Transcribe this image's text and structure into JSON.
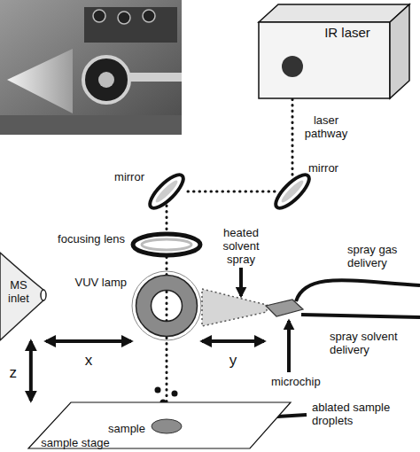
{
  "diagram": {
    "nodes": [
      {
        "text": [
          "IR laser"
        ]
      },
      {
        "text": [
          "mirror"
        ]
      },
      {
        "text": [
          "mirror"
        ]
      },
      {
        "text": [
          "focusing lens"
        ]
      },
      {
        "text": [
          "VUV lamp"
        ]
      },
      {
        "text": [
          "MS inlet"
        ]
      },
      {
        "text": [
          "microchip"
        ]
      },
      {
        "text": [
          "sample stage"
        ]
      },
      {
        "text": [
          "sample"
        ],
        "in": 7
      }
    ],
    "edges": [
      {
        "from": 0,
        "to": 2,
        "arrow": "none"
      },
      {
        "from": 2,
        "to": 1,
        "arrow": "none"
      },
      {
        "from": 1,
        "to": 3,
        "arrow": "none"
      },
      {
        "from": 3,
        "to": 8,
        "arrow": "none"
      },
      {
        "from": 5,
        "to": 4,
        "arrow": "both",
        "label": "x"
      },
      {
        "from": 4,
        "to": 6,
        "arrow": "both",
        "label": "y"
      },
      {
        "from": 5,
        "to": 7,
        "arrow": "both",
        "label": "z"
      }
    ],
    "labels": [
      "laser pathway",
      "heated solvent spray",
      "spray gas delivery",
      "spray solvent delivery",
      "ablated sample droplets"
    ]
  }
}
